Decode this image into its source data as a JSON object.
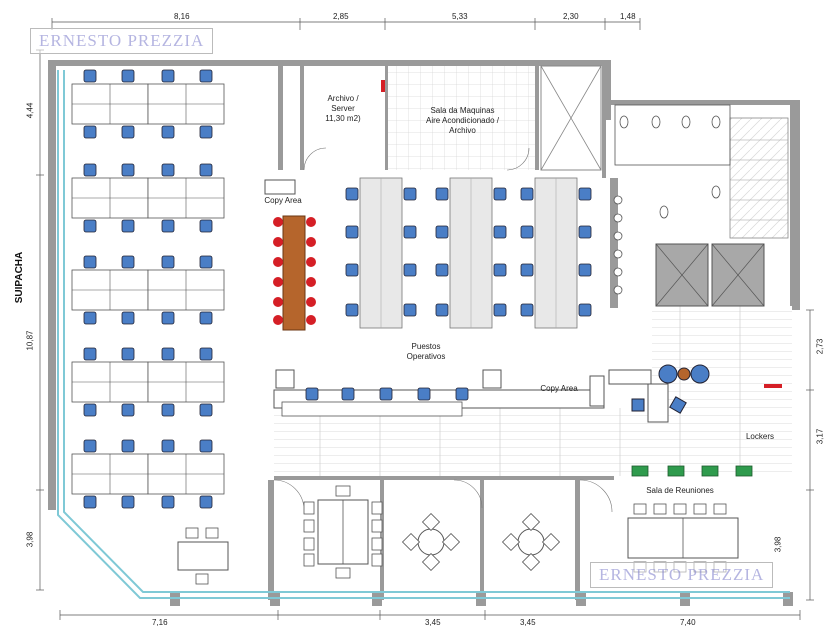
{
  "watermark": {
    "text": "ERNESTO PREZZIA"
  },
  "street": {
    "name": "SUIPACHA"
  },
  "dimensions": {
    "top": [
      "8,16",
      "2,85",
      "5,33",
      "2,30",
      "1,48"
    ],
    "left": [
      "4,44",
      "10,87",
      "3,98"
    ],
    "right": [
      "2,73",
      "3,17",
      "3,98"
    ],
    "bottom": [
      "7,16",
      "3,45",
      "3,45",
      "7,40"
    ]
  },
  "rooms": {
    "archivo": "Archivo /\nServer\n11,30 m2)",
    "maquinas": "Sala da Maquinas\nAire Acondicionado /\nArchivo",
    "copy_area_1": "Copy Area",
    "copy_area_2": "Copy Area",
    "puestos": "Puestos\nOperativos",
    "lockers": "Lockers",
    "sala_reuniones": "Sala de Reuniones"
  },
  "colors": {
    "wall": "#9a9a9a",
    "chair": "#4a7ec6",
    "red_chair": "#d51f26",
    "wood_table": "#b5652c",
    "green_chair": "#2f9b4d",
    "glass": "#7fc9d6"
  }
}
